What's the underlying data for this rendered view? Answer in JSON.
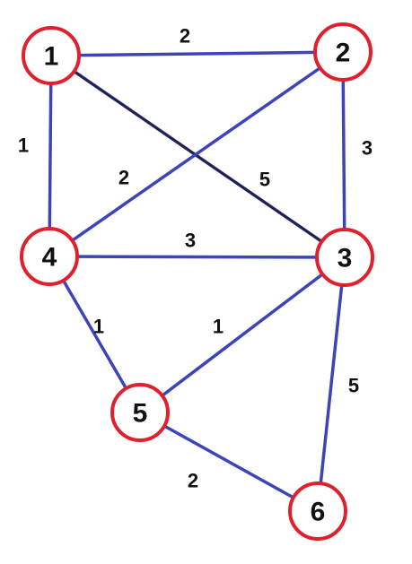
{
  "graph": {
    "nodes": [
      {
        "id": "1",
        "label": "1"
      },
      {
        "id": "2",
        "label": "2"
      },
      {
        "id": "3",
        "label": "3"
      },
      {
        "id": "4",
        "label": "4"
      },
      {
        "id": "5",
        "label": "5"
      },
      {
        "id": "6",
        "label": "6"
      }
    ],
    "edges": [
      {
        "from": "1",
        "to": "2",
        "weight": "2"
      },
      {
        "from": "1",
        "to": "4",
        "weight": "1"
      },
      {
        "from": "1",
        "to": "3",
        "weight": "5"
      },
      {
        "from": "2",
        "to": "4",
        "weight": "2"
      },
      {
        "from": "2",
        "to": "3",
        "weight": "3"
      },
      {
        "from": "4",
        "to": "3",
        "weight": "3"
      },
      {
        "from": "4",
        "to": "5",
        "weight": "1"
      },
      {
        "from": "3",
        "to": "5",
        "weight": "1"
      },
      {
        "from": "3",
        "to": "6",
        "weight": "5"
      },
      {
        "from": "5",
        "to": "6",
        "weight": "2"
      }
    ],
    "colors": {
      "edge": "#3c44b8",
      "node_border": "#e0202c",
      "node_fill": "#ffffff",
      "text": "#111111"
    }
  }
}
